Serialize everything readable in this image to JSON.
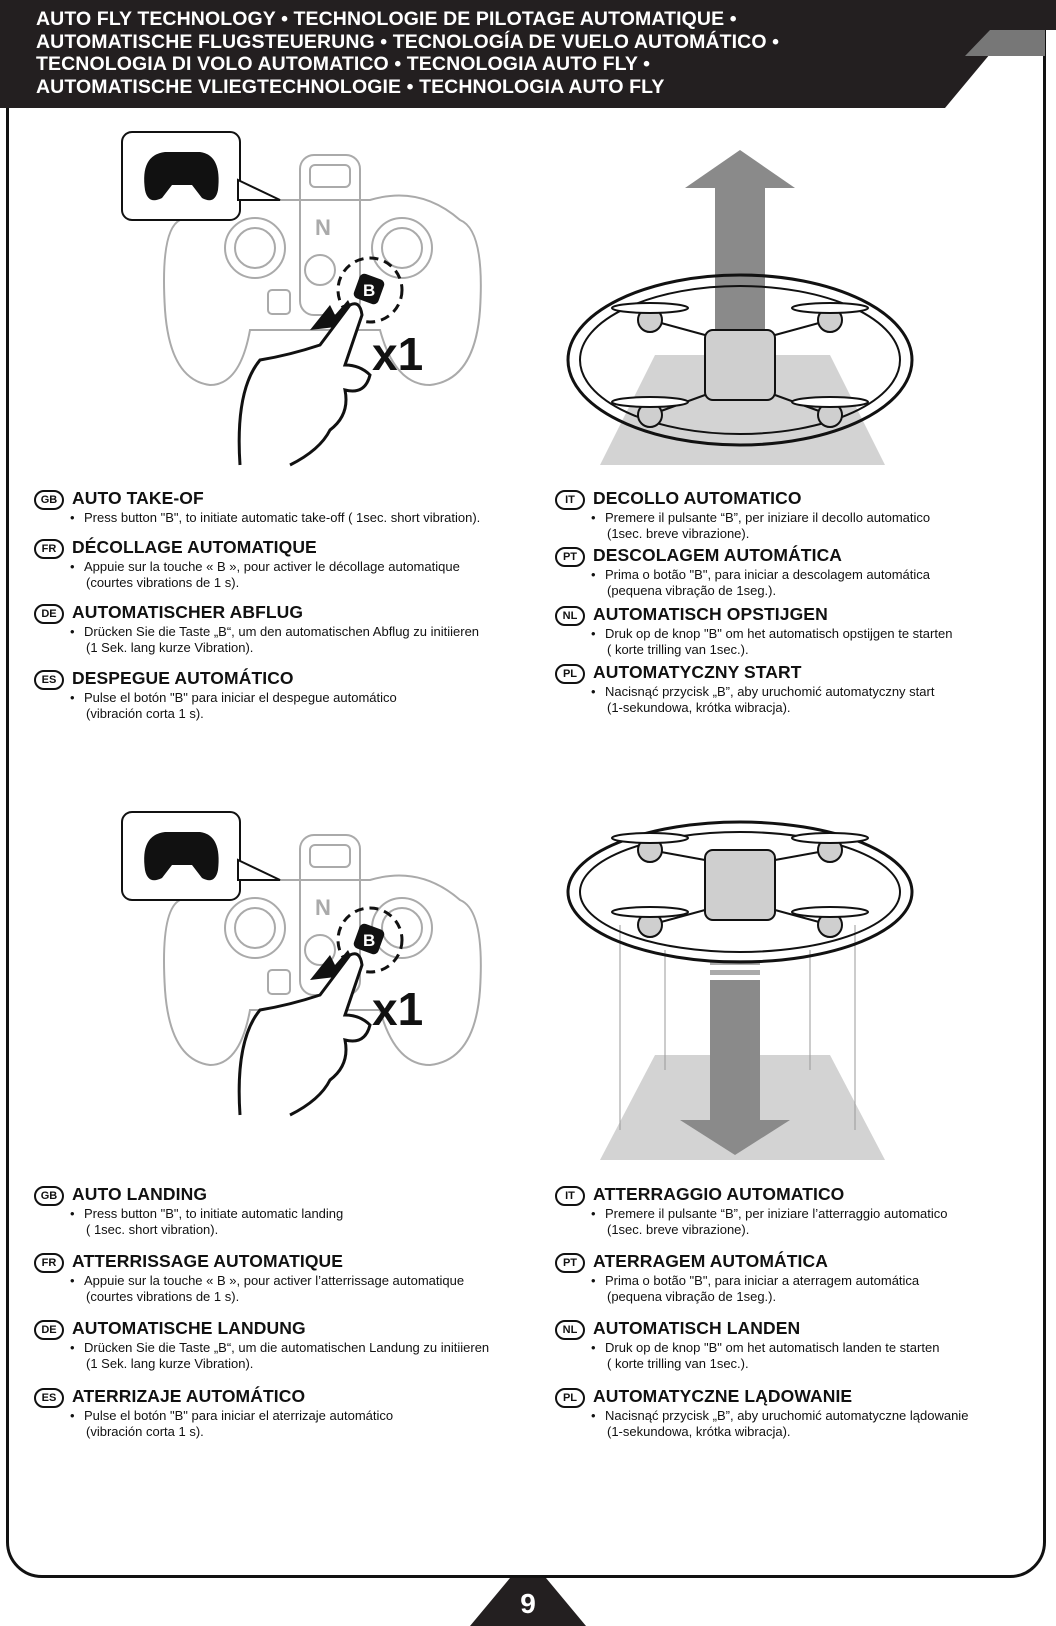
{
  "header": {
    "lines": [
      "AUTO FLY TECHNOLOGY • TECHNOLOGIE DE PILOTAGE AUTOMATIQUE •",
      "AUTOMATISCHE FLUGSTEUERUNG • TECNOLOGÍA DE VUELO AUTOMÁTICO •",
      "TECNOLOGIA DI VOLO AUTOMATICO • TECNOLOGIA AUTO FLY •",
      "AUTOMATISCHE VLIEGTECHNOLOGIE • TECHNOLOGIA AUTO FLY"
    ]
  },
  "illustrations": {
    "takeoff": {
      "button_letter": "B",
      "press_count": "x1"
    },
    "landing": {
      "button_letter": "B",
      "press_count": "x1"
    }
  },
  "takeoff": {
    "left": [
      {
        "lang": "GB",
        "title": "AUTO TAKE-OF",
        "line1": "Press button \"B\", to initiate automatic take-off ( 1sec. short vibration).",
        "line2": ""
      },
      {
        "lang": "FR",
        "title": "DÉCOLLAGE AUTOMATIQUE",
        "line1": "Appuie sur la touche « B », pour activer le décollage automatique",
        "line2": "(courtes vibrations de 1 s)."
      },
      {
        "lang": "DE",
        "title": "AUTOMATISCHER ABFLUG",
        "line1": "Drücken Sie die Taste „B“, um den automatischen Abflug zu initiieren",
        "line2": "(1 Sek. lang kurze Vibration)."
      },
      {
        "lang": "ES",
        "title": "DESPEGUE AUTOMÁTICO",
        "line1": "Pulse el botón \"B\" para iniciar el despegue automático",
        "line2": "(vibración corta 1 s)."
      }
    ],
    "right": [
      {
        "lang": "IT",
        "title": "DECOLLO AUTOMATICO",
        "line1": "Premere il pulsante “B”, per iniziare il decollo automatico",
        "line2": "(1sec. breve vibrazione)."
      },
      {
        "lang": "PT",
        "title": "DESCOLAGEM AUTOMÁTICA",
        "line1": "Prima o botão \"B\", para iniciar a descolagem automática",
        "line2": "(pequena vibração de 1seg.)."
      },
      {
        "lang": "NL",
        "title": "AUTOMATISCH OPSTIJGEN",
        "line1": "Druk op de knop \"B\" om het automatisch opstijgen te starten",
        "line2": "( korte trilling van 1sec.)."
      },
      {
        "lang": "PL",
        "title": "AUTOMATYCZNY START",
        "line1": "Nacisnąć przycisk „B”, aby uruchomić automatyczny start",
        "line2": "(1-sekundowa, krótka wibracja)."
      }
    ]
  },
  "landing": {
    "left": [
      {
        "lang": "GB",
        "title": "AUTO LANDING",
        "line1": "Press button \"B\", to initiate automatic landing",
        "line2": "( 1sec. short vibration)."
      },
      {
        "lang": "FR",
        "title": "ATTERRISSAGE AUTOMATIQUE",
        "line1": "Appuie sur la touche « B », pour activer l’atterrissage automatique",
        "line2": "(courtes vibrations de 1 s)."
      },
      {
        "lang": "DE",
        "title": "AUTOMATISCHE LANDUNG",
        "line1": "Drücken Sie die Taste „B“, um die automatischen Landung zu initiieren",
        "line2": "(1 Sek. lang kurze Vibration)."
      },
      {
        "lang": "ES",
        "title": "ATERRIZAJE AUTOMÁTICO",
        "line1": "Pulse el botón \"B\" para iniciar el aterrizaje automático",
        "line2": "(vibración corta 1 s)."
      }
    ],
    "right": [
      {
        "lang": "IT",
        "title": "ATTERRAGGIO AUTOMATICO",
        "line1": "Premere il pulsante “B”, per iniziare l’atterraggio automatico",
        "line2": "(1sec. breve vibrazione)."
      },
      {
        "lang": "PT",
        "title": "ATERRAGEM AUTOMÁTICA",
        "line1": "Prima o botão \"B\", para iniciar a aterragem automática",
        "line2": "(pequena vibração de 1seg.)."
      },
      {
        "lang": "NL",
        "title": "AUTOMATISCH LANDEN",
        "line1": "Druk op de knop \"B\" om het automatisch landen te starten",
        "line2": "( korte trilling van 1sec.)."
      },
      {
        "lang": "PL",
        "title": "AUTOMATYCZNE LĄDOWANIE",
        "line1": "Nacisnąć przycisk „B”, aby uruchomić automatyczne lądowanie",
        "line2": "(1-sekundowa, krótka wibracja)."
      }
    ]
  },
  "page_number": "9"
}
